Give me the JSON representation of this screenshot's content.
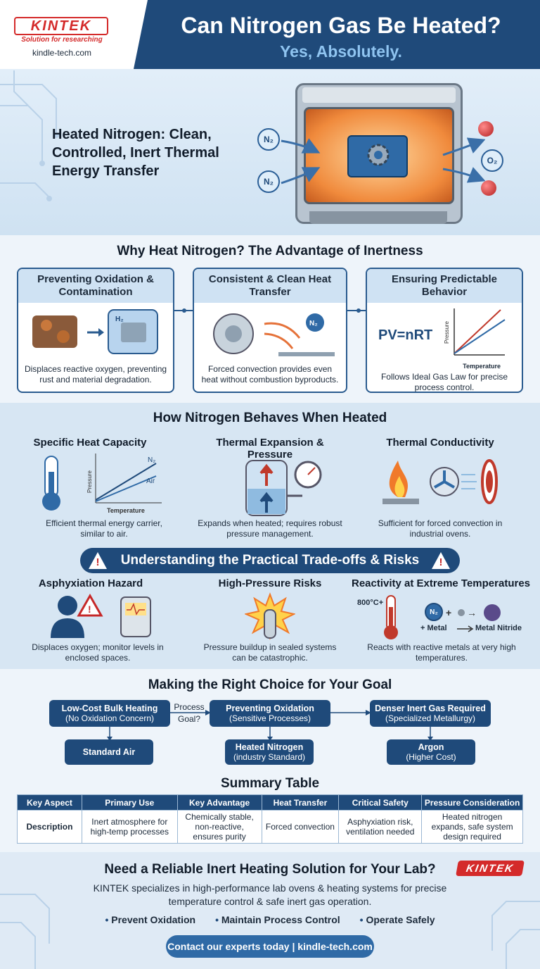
{
  "brand": {
    "logo": "KINTEK",
    "tagline": "Solution for researching",
    "url": "kindle-tech.com"
  },
  "header": {
    "title": "Can Nitrogen Gas Be Heated?",
    "subtitle": "Yes, Absolutely."
  },
  "hero": {
    "text": "Heated Nitrogen: Clean, Controlled, Inert Thermal Energy Transfer",
    "molecules": [
      "N₂",
      "N₂",
      "O₂"
    ]
  },
  "why": {
    "title": "Why Heat Nitrogen? The Advantage of Inertness",
    "cards": [
      {
        "heading": "Preventing Oxidation & Contamination",
        "desc": "Displaces reactive oxygen, preventing rust and material degradation.",
        "label": "H₂"
      },
      {
        "heading": "Consistent & Clean Heat Transfer",
        "desc": "Forced convection provides even heat without combustion byproducts.",
        "label": "N₂"
      },
      {
        "heading": "Ensuring Predictable Behavior",
        "desc": "Follows Ideal Gas Law for precise process control.",
        "equation": "PV=nRT",
        "ylabel": "Pressure",
        "xlabel": "Temperature"
      }
    ]
  },
  "behavior": {
    "title": "How Nitrogen Behaves When Heated",
    "items": [
      {
        "heading": "Specific Heat Capacity",
        "desc": "Efficient thermal energy carrier, similar to air.",
        "ylabel": "Pressure",
        "xlabel": "Temperature",
        "series": [
          "N₂",
          "Air"
        ]
      },
      {
        "heading": "Thermal Expansion & Pressure",
        "desc": "Expands when heated; requires robust pressure management."
      },
      {
        "heading": "Thermal Conductivity",
        "desc": "Sufficient for forced convection in industrial ovens."
      }
    ]
  },
  "risks": {
    "banner": "Understanding the Practical Trade-offs & Risks",
    "items": [
      {
        "heading": "Asphyxiation Hazard",
        "desc": "Displaces oxygen; monitor levels in enclosed spaces."
      },
      {
        "heading": "High-Pressure Risks",
        "desc": "Pressure buildup in sealed systems can be catastrophic."
      },
      {
        "heading": "Reactivity at Extreme Temperatures",
        "desc": "Reacts with reactive metals at very high temperatures.",
        "temp": "800°C+",
        "n2": "N₂",
        "metal": "+ Metal",
        "product": "Metal Nitride"
      }
    ]
  },
  "decision": {
    "title": "Making the Right Choice for Your Goal",
    "question": "Process Goal?",
    "goals": [
      {
        "goal": "Low-Cost Bulk Heating",
        "goal_sub": "(No Oxidation Concern)",
        "choice": "Standard Air",
        "choice_sub": ""
      },
      {
        "goal": "Preventing Oxidation",
        "goal_sub": "(Sensitive Processes)",
        "choice": "Heated Nitrogen",
        "choice_sub": "(industry Standard)"
      },
      {
        "goal": "Denser Inert Gas Required",
        "goal_sub": "(Specialized Metallurgy)",
        "choice": "Argon",
        "choice_sub": "(Higher Cost)"
      }
    ]
  },
  "summary": {
    "title": "Summary Table",
    "headers": [
      "Key Aspect",
      "Primary Use",
      "Key Advantage",
      "Heat Transfer",
      "Critical Safety",
      "Pressure Consideration"
    ],
    "row": [
      "Description",
      "Inert atmosphere for high-temp processes",
      "Chemically stable, non-reactive, ensures purity",
      "Forced convection",
      "Asphyxiation risk, ventilation needed",
      "Heated nitrogen expands, safe system design required"
    ]
  },
  "cta": {
    "title": "Need a Reliable Inert Heating Solution for Your Lab?",
    "text": "KINTEK specializes in high-performance lab ovens & heating systems for precise temperature control & safe inert gas operation.",
    "bullets": [
      "Prevent Oxidation",
      "Maintain Process Control",
      "Operate Safely"
    ],
    "button": "Contact our experts today | kindle-tech.com",
    "logo": "KINTEK"
  },
  "colors": {
    "navy": "#1f4a7a",
    "accent": "#8fc4f0",
    "brand_red": "#d42a2a"
  }
}
